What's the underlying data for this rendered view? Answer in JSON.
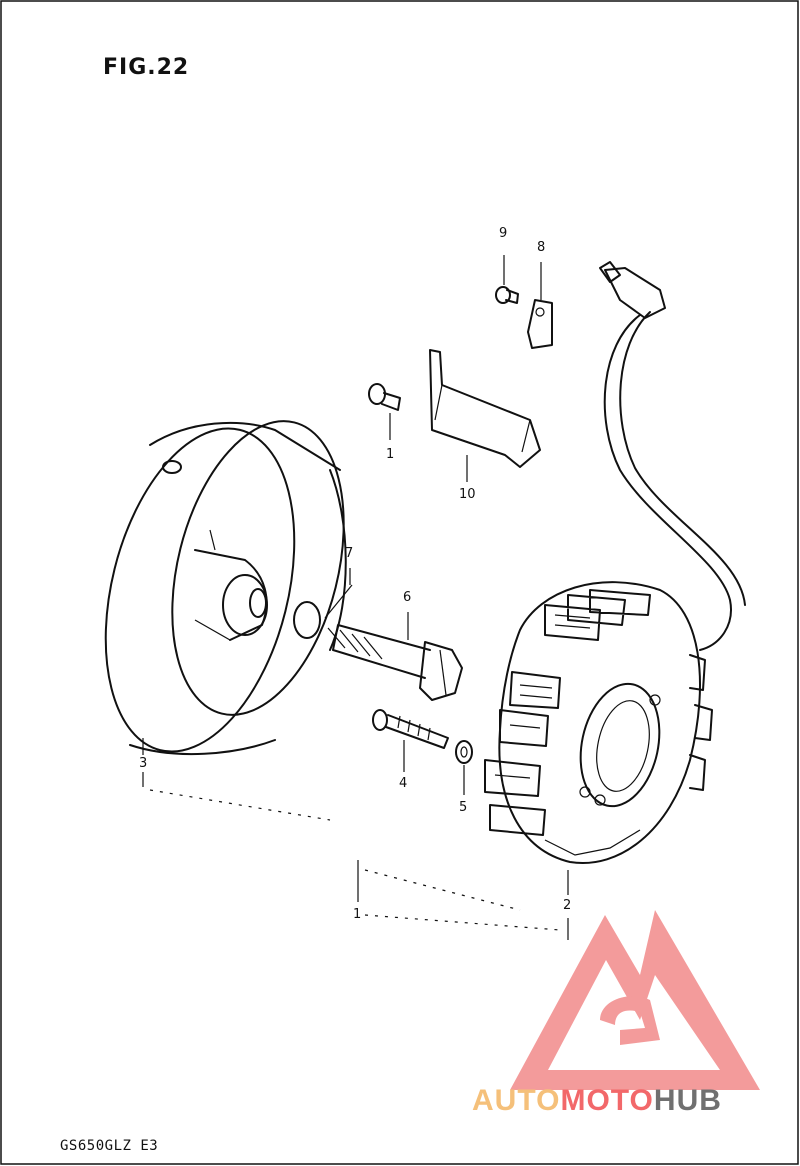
{
  "figure": {
    "title": "FIG.22"
  },
  "model": "GS650GLZ E3",
  "parts": {
    "p1a": "1",
    "p1b": "1",
    "p2": "2",
    "p3": "3",
    "p4": "4",
    "p5": "5",
    "p6": "6",
    "p7": "7",
    "p8": "8",
    "p9": "9",
    "p10": "10"
  },
  "watermark": {
    "part1": "AUTO",
    "part2": "MOTO",
    "part3": "HUB",
    "color1": "#f5c07a",
    "color2": "#f2686a",
    "color3": "#707070"
  }
}
